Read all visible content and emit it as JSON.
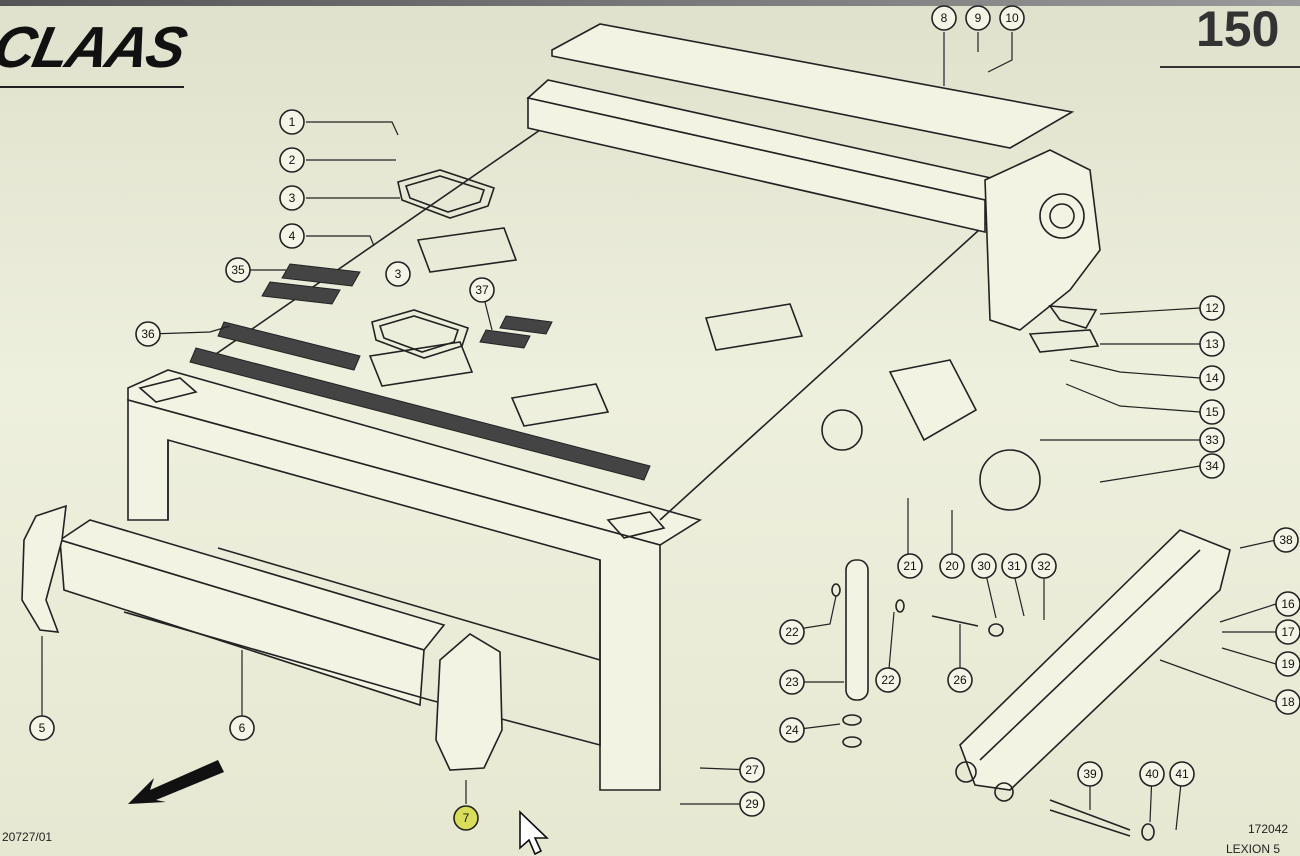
{
  "header": {
    "brand": "CLAAS",
    "page_number": "150"
  },
  "footer": {
    "left_code": "20727/01",
    "right_code": "172042",
    "model": "LEXION 5"
  },
  "callouts": [
    {
      "id": "c1",
      "label": "1"
    },
    {
      "id": "c2",
      "label": "2"
    },
    {
      "id": "c3a",
      "label": "3"
    },
    {
      "id": "c3b",
      "label": "3"
    },
    {
      "id": "c4",
      "label": "4"
    },
    {
      "id": "c5",
      "label": "5"
    },
    {
      "id": "c6",
      "label": "6"
    },
    {
      "id": "c7",
      "label": "7"
    },
    {
      "id": "c8",
      "label": "8"
    },
    {
      "id": "c9",
      "label": "9"
    },
    {
      "id": "c10",
      "label": "10"
    },
    {
      "id": "c12",
      "label": "12"
    },
    {
      "id": "c13",
      "label": "13"
    },
    {
      "id": "c14",
      "label": "14"
    },
    {
      "id": "c15",
      "label": "15"
    },
    {
      "id": "c16",
      "label": "16"
    },
    {
      "id": "c17",
      "label": "17"
    },
    {
      "id": "c18",
      "label": "18"
    },
    {
      "id": "c19",
      "label": "19"
    },
    {
      "id": "c20",
      "label": "20"
    },
    {
      "id": "c21",
      "label": "21"
    },
    {
      "id": "c22a",
      "label": "22"
    },
    {
      "id": "c22b",
      "label": "22"
    },
    {
      "id": "c23",
      "label": "23"
    },
    {
      "id": "c24",
      "label": "24"
    },
    {
      "id": "c26",
      "label": "26"
    },
    {
      "id": "c27",
      "label": "27"
    },
    {
      "id": "c29",
      "label": "29"
    },
    {
      "id": "c30",
      "label": "30"
    },
    {
      "id": "c31",
      "label": "31"
    },
    {
      "id": "c32",
      "label": "32"
    },
    {
      "id": "c33",
      "label": "33"
    },
    {
      "id": "c34",
      "label": "34"
    },
    {
      "id": "c35",
      "label": "35"
    },
    {
      "id": "c36",
      "label": "36"
    },
    {
      "id": "c37",
      "label": "37"
    },
    {
      "id": "c38",
      "label": "38"
    },
    {
      "id": "c39",
      "label": "39"
    },
    {
      "id": "c40",
      "label": "40"
    },
    {
      "id": "c41",
      "label": "41"
    }
  ],
  "selected_callout": "7",
  "colors": {
    "paper": "#e8ead7",
    "ink": "#222222",
    "highlight": "#d9de5a"
  }
}
